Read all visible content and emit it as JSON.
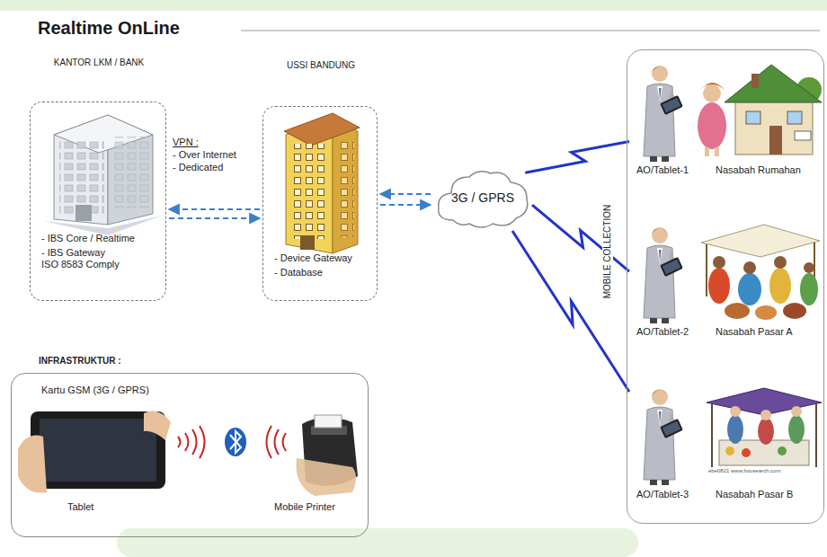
{
  "diagram": {
    "title": "Realtime OnLine",
    "nodes": [
      {
        "text": [
          "KANTOR LKM / BANK",
          "- IBS Core / Realtime",
          "- IBS Gateway ISO 8583 Comply"
        ]
      },
      {
        "text": [
          "USSI BANDUNG",
          "- Device Gateway",
          "- Database"
        ]
      },
      {
        "text": [
          "3G / GPRS"
        ]
      },
      {
        "text": [
          "MOBILE COLLECTION"
        ]
      },
      {
        "text": [
          "AO/Tablet-1",
          "Nasabah Rumahan"
        ],
        "in": 3
      },
      {
        "text": [
          "AO/Tablet-2",
          "Nasabah Pasar A"
        ],
        "in": 3
      },
      {
        "text": [
          "AO/Tablet-3",
          "Nasabah Pasar B"
        ],
        "in": 3
      },
      {
        "text": [
          "INFRASTRUKTUR :",
          "Kartu GSM (3G / GPRS)",
          "Tablet",
          "Mobile Printer"
        ]
      }
    ],
    "edges": [
      {
        "from": 1,
        "to": 0,
        "arrow": "to"
      },
      {
        "from": 0,
        "to": 1,
        "arrow": "to"
      },
      {
        "from": 2,
        "to": 1,
        "arrow": "to"
      },
      {
        "from": 1,
        "to": 2,
        "arrow": "to"
      },
      {
        "from": 2,
        "to": 4,
        "arrow": "none"
      },
      {
        "from": 2,
        "to": 5,
        "arrow": "none"
      },
      {
        "from": 2,
        "to": 6,
        "arrow": "none"
      }
    ],
    "labels": [
      "VPN :",
      "- Over Internet",
      "- Dedicated",
      "ebe0821 www.fotosearch.com"
    ]
  }
}
